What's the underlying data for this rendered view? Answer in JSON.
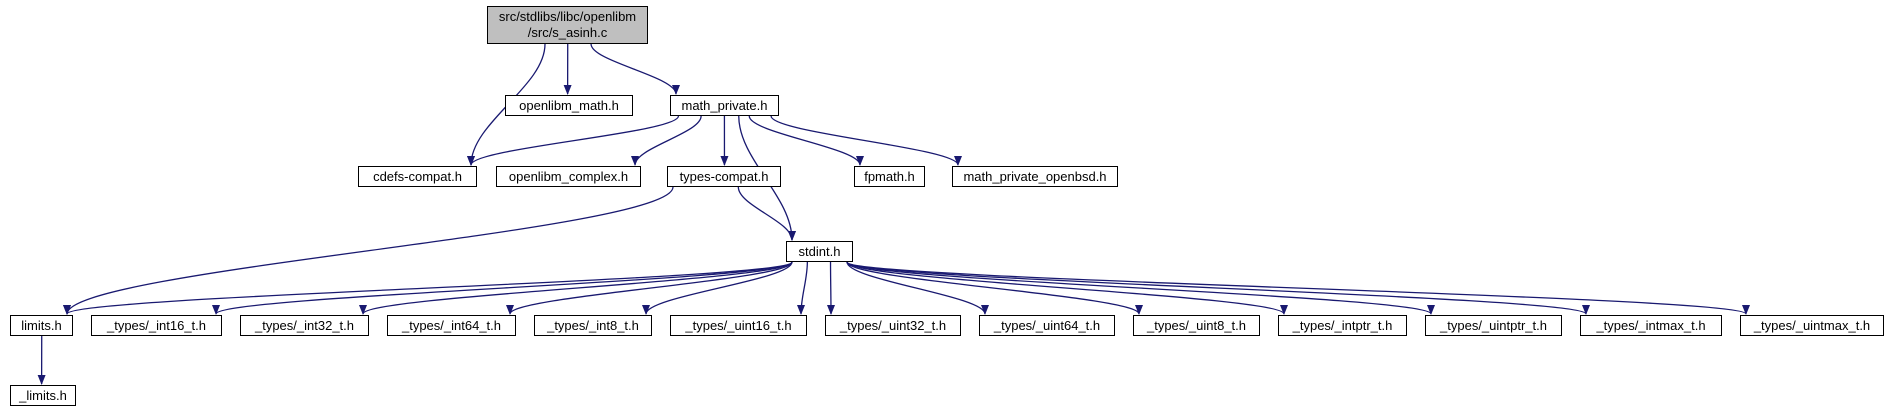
{
  "graph": {
    "colors": {
      "edge": "#191970",
      "root_fill": "#bfbfbf",
      "node_fill": "#ffffff",
      "border": "#000000"
    },
    "root": {
      "line1": "src/stdlibs/libc/openlibm",
      "line2": "/src/s_asinh.c"
    },
    "nodes": {
      "openlibm_math": "openlibm_math.h",
      "math_private": "math_private.h",
      "cdefs_compat": "cdefs-compat.h",
      "openlibm_complex": "openlibm_complex.h",
      "types_compat": "types-compat.h",
      "fpmath": "fpmath.h",
      "math_private_openbsd": "math_private_openbsd.h",
      "stdint": "stdint.h",
      "limits": "limits.h",
      "int16": "_types/_int16_t.h",
      "int32": "_types/_int32_t.h",
      "int64": "_types/_int64_t.h",
      "int8": "_types/_int8_t.h",
      "uint16": "_types/_uint16_t.h",
      "uint32": "_types/_uint32_t.h",
      "uint64": "_types/_uint64_t.h",
      "uint8": "_types/_uint8_t.h",
      "intptr": "_types/_intptr_t.h",
      "uintptr": "_types/_uintptr_t.h",
      "intmax": "_types/_intmax_t.h",
      "uintmax": "_types/_uintmax_t.h",
      "_limits": "_limits.h"
    },
    "edges": [
      [
        "root",
        "cdefs_compat"
      ],
      [
        "root",
        "openlibm_math"
      ],
      [
        "root",
        "math_private"
      ],
      [
        "math_private",
        "cdefs_compat"
      ],
      [
        "math_private",
        "openlibm_complex"
      ],
      [
        "math_private",
        "types_compat"
      ],
      [
        "math_private",
        "stdint"
      ],
      [
        "math_private",
        "fpmath"
      ],
      [
        "math_private",
        "math_private_openbsd"
      ],
      [
        "types_compat",
        "limits"
      ],
      [
        "types_compat",
        "stdint"
      ],
      [
        "stdint",
        "limits"
      ],
      [
        "stdint",
        "int16"
      ],
      [
        "stdint",
        "int32"
      ],
      [
        "stdint",
        "int64"
      ],
      [
        "stdint",
        "int8"
      ],
      [
        "stdint",
        "uint16"
      ],
      [
        "stdint",
        "uint32"
      ],
      [
        "stdint",
        "uint64"
      ],
      [
        "stdint",
        "uint8"
      ],
      [
        "stdint",
        "intptr"
      ],
      [
        "stdint",
        "uintptr"
      ],
      [
        "stdint",
        "intmax"
      ],
      [
        "stdint",
        "uintmax"
      ],
      [
        "limits",
        "_limits"
      ]
    ]
  }
}
